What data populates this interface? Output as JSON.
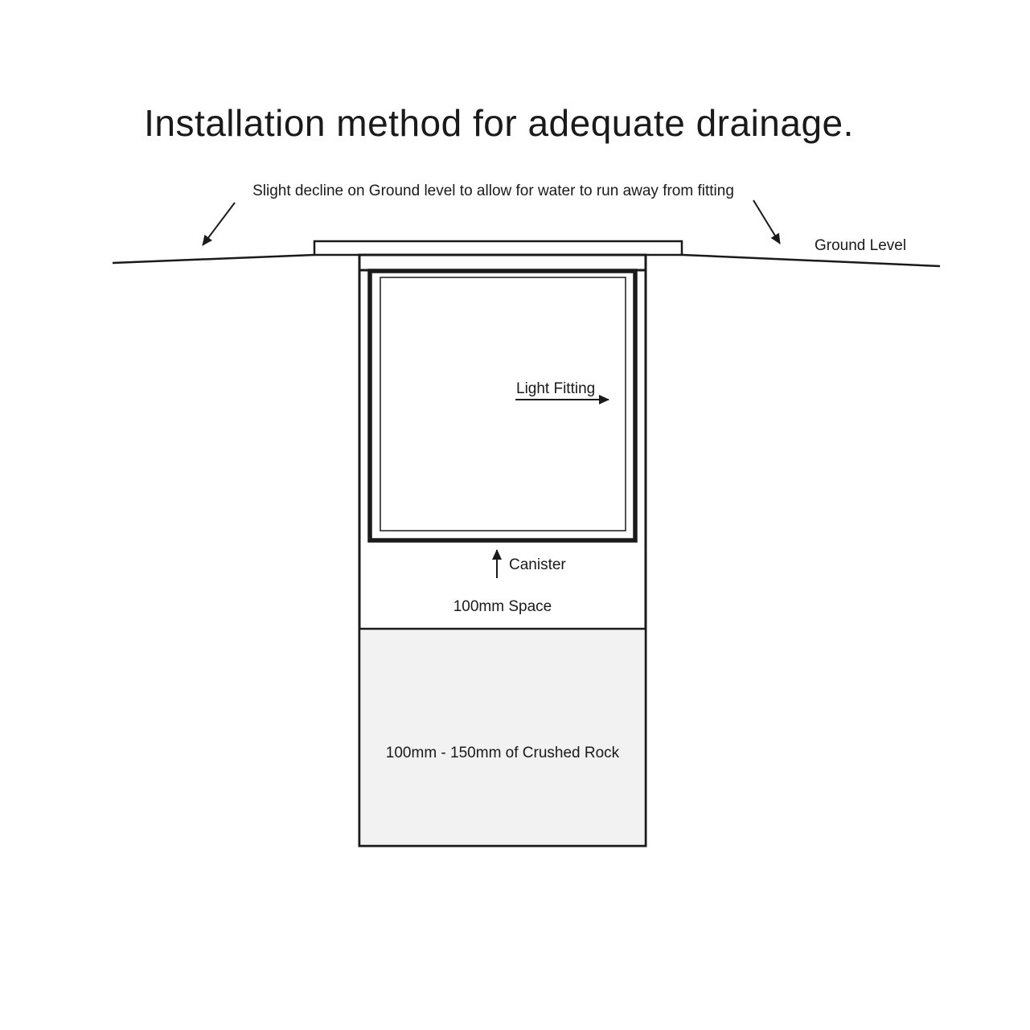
{
  "title": "Installation method for adequate drainage.",
  "labels": {
    "decline_note": "Slight decline on Ground level to allow for water to run away from fitting",
    "ground_level": "Ground Level",
    "light_fitting": "Light Fitting",
    "canister": "Canister",
    "space": "100mm Space",
    "crushed_rock": "100mm - 150mm of Crushed Rock"
  },
  "colors": {
    "line": "#1a1a1a",
    "text": "#1a1a1a",
    "crushed_rock_fill": "#f2f2f2",
    "background": "#ffffff"
  }
}
